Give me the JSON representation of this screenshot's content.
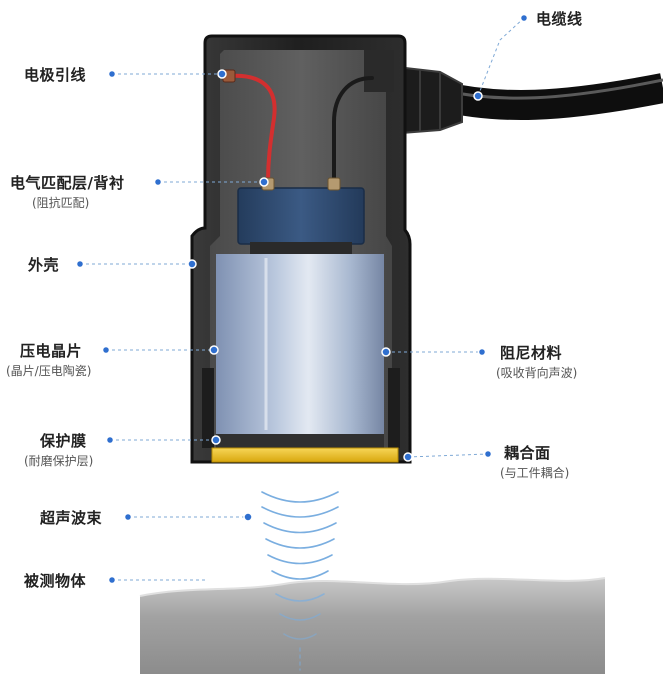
{
  "labels": {
    "cable": "电缆线",
    "electrode_lead": "电极引线",
    "matching_layer": "电气匹配层/背衬",
    "matching_layer_sub": "(阻抗匹配)",
    "housing": "外壳",
    "piezo": "压电晶片",
    "piezo_sub": "(晶片/压电陶瓷)",
    "damping": "阻尼材料",
    "damping_sub": "(吸收背向声波)",
    "protective_film": "保护膜",
    "protective_film_sub": "(耐磨保护层)",
    "coupling_face": "耦合面",
    "coupling_face_sub": "(与工件耦合)",
    "beam": "超声波束",
    "test_object": "被测物体"
  },
  "colors": {
    "housing": "#2b2b2b",
    "cable": "#1a1a1a",
    "red_wire": "#d32f2f",
    "black_wire": "#222222",
    "backing_block": "#2f4a6e",
    "crystal": "#a9b9d4",
    "coupling_face": "#f0c419",
    "wave": "#6ea2d9",
    "leader_line": "#7fa9d6",
    "dot": "#2f6fcf",
    "specimen": "#a6a6a6"
  }
}
